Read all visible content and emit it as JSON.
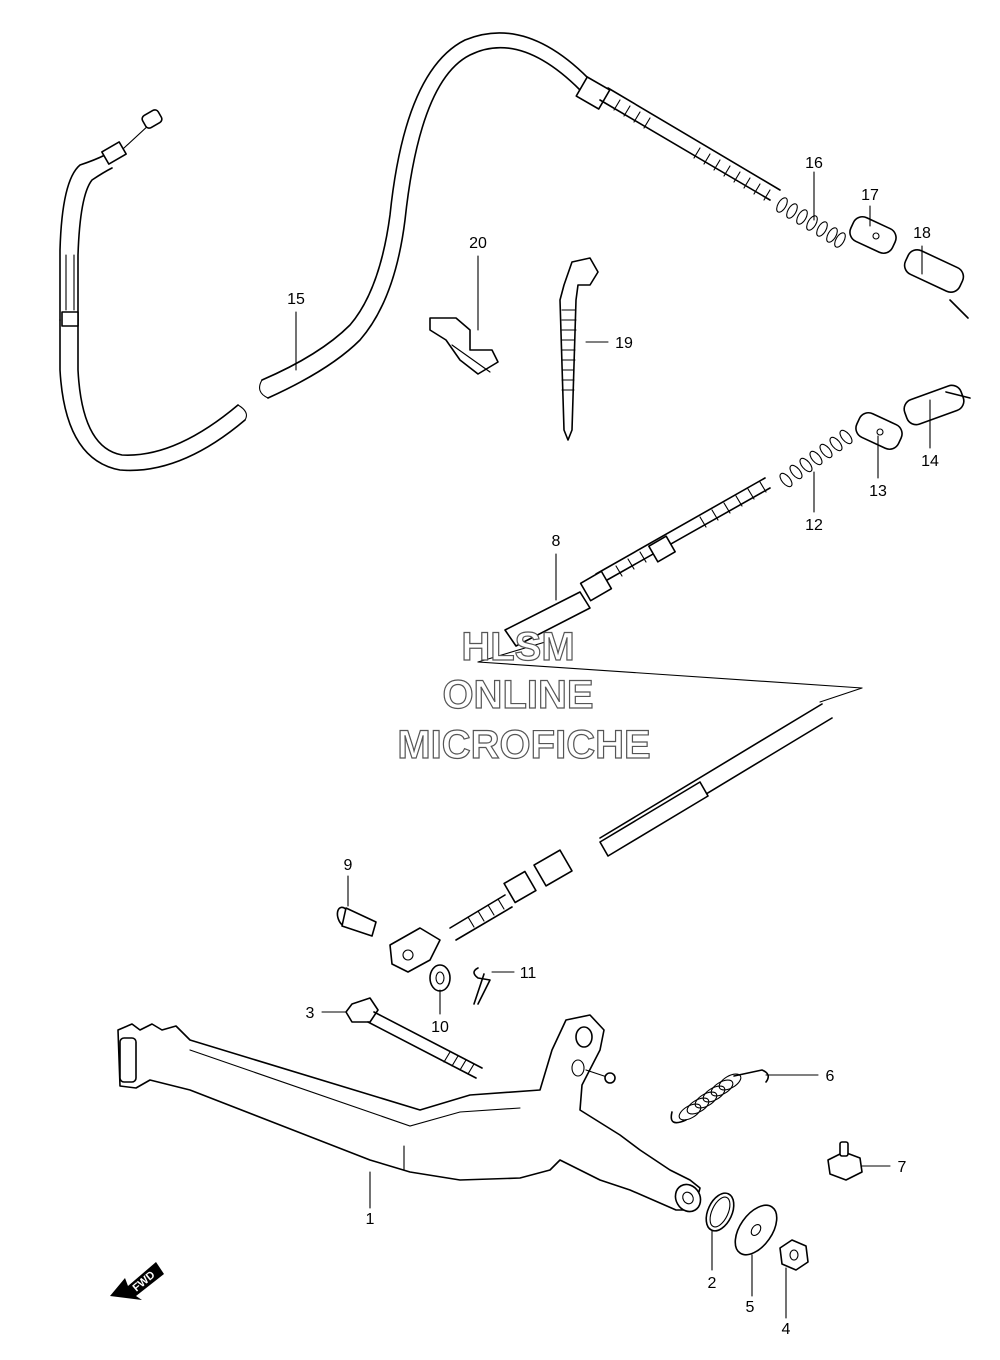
{
  "watermark": {
    "line1": "HLSM",
    "line2": "ONLINE",
    "line3": "MICROFICHE"
  },
  "fwd_label": "FWD",
  "callouts": {
    "p1": "1",
    "p2": "2",
    "p3": "3",
    "p4": "4",
    "p5": "5",
    "p6": "6",
    "p7": "7",
    "p8": "8",
    "p9": "9",
    "p10": "10",
    "p11": "11",
    "p12": "12",
    "p13": "13",
    "p14": "14",
    "p15": "15",
    "p16": "16",
    "p17": "17",
    "p18": "18",
    "p19": "19",
    "p20": "20"
  }
}
